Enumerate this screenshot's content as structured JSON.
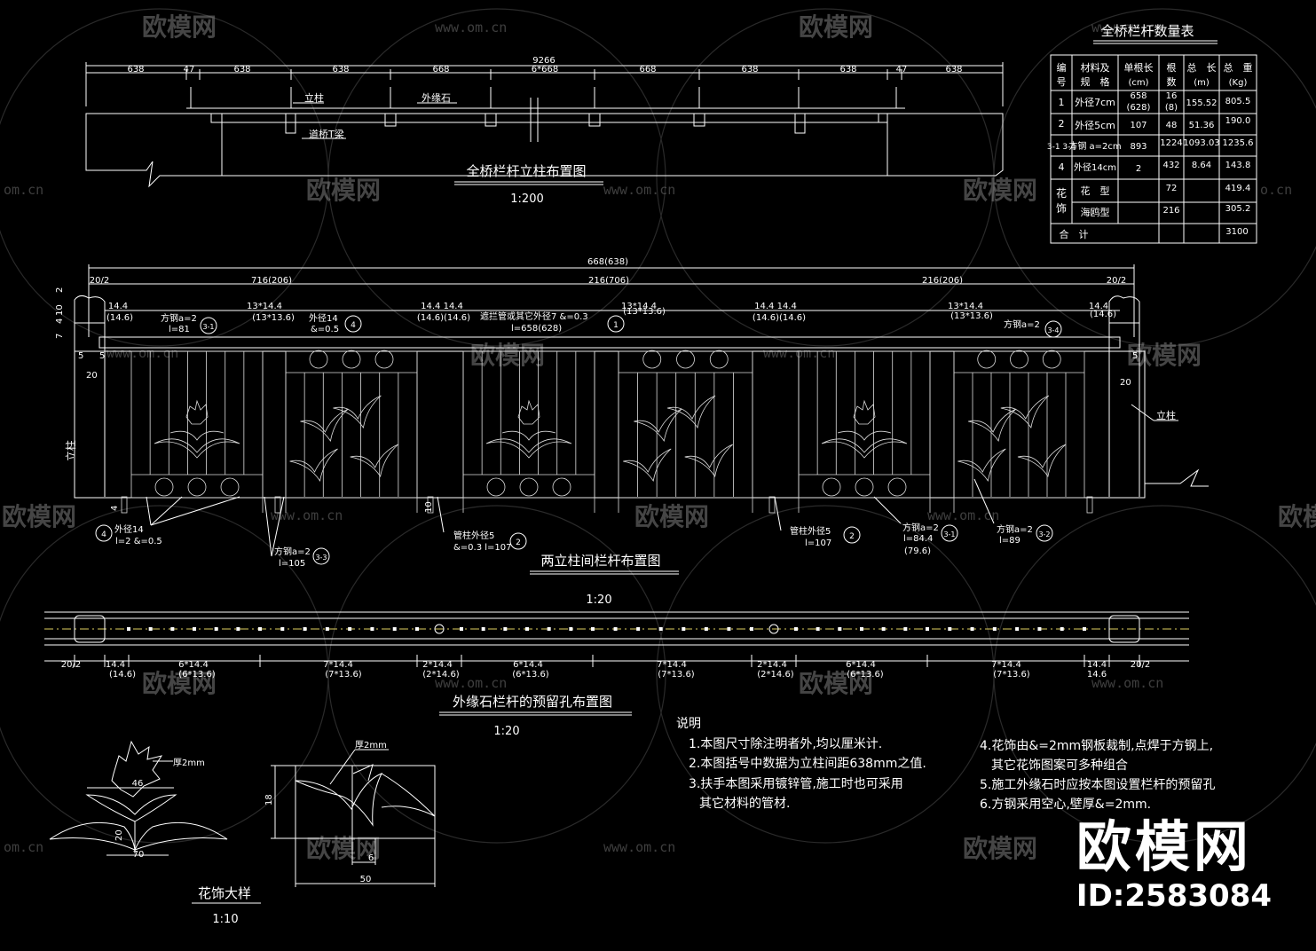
{
  "watermarks": {
    "brand": "欧模网",
    "site": "www.om.cn",
    "site_short": "om.cn",
    "frag_left": "o.cn",
    "frag_right": "欧模网"
  },
  "brand_corner": {
    "name": "欧模网",
    "id": "ID:2583084"
  },
  "table": {
    "title": "全桥栏杆数量表",
    "headers": {
      "no": [
        "编",
        "号"
      ],
      "mat": [
        "材料及",
        "规　格"
      ],
      "len": [
        "单根长",
        "(cm)"
      ],
      "cnt": [
        "根",
        "数"
      ],
      "tot": [
        "总　长",
        "(m)"
      ],
      "wt": [
        "总　重",
        "(Kg)"
      ]
    },
    "rows": [
      {
        "no": "1",
        "mat": "外径7cm",
        "len": [
          "658",
          "(628)"
        ],
        "cnt": [
          "16",
          "(8)"
        ],
        "tot": "155.52",
        "wt": "805.5"
      },
      {
        "no": "2",
        "mat": "外径5cm",
        "len": [
          "107"
        ],
        "cnt": [
          "48"
        ],
        "tot": "51.36",
        "wt": "190.0"
      },
      {
        "no": "3-1 3-4",
        "mat": "方钢 a=2cm",
        "len": [
          "893"
        ],
        "cnt": [
          "1224"
        ],
        "tot": "1093.03",
        "wt": "1235.6"
      },
      {
        "no": "4",
        "mat": "外径14cm",
        "len": [
          "2"
        ],
        "cnt": [
          "432"
        ],
        "tot": "8.64",
        "wt": "143.8"
      }
    ],
    "deco_label": [
      "花",
      "饰"
    ],
    "deco_rows": [
      {
        "mat": "花　型",
        "cnt": "72",
        "wt": "419.4"
      },
      {
        "mat": "海鸥型",
        "cnt": "216",
        "wt": "305.2"
      }
    ],
    "total_label": "合　计",
    "total_value": "3100"
  },
  "plan1": {
    "title": "全桥栏杆立柱布置图",
    "scale": "1:200",
    "total": "9266",
    "spans": [
      "638",
      "47",
      "638",
      "638",
      "668",
      "6*668",
      "668",
      "638",
      "638",
      "47",
      "638"
    ],
    "labels": {
      "post": "立柱",
      "curb": "外缘石",
      "beam": "道桥T梁"
    }
  },
  "plan2": {
    "title": "两立柱间栏杆布置图",
    "scale": "1:20",
    "total": "668(638)",
    "segments": [
      "20/2",
      "716(206)",
      "216(706)",
      "216(206)",
      "20/2"
    ],
    "dims_top": [
      "14.4",
      "(14.6)",
      "13*14.4",
      "(13*13.6)",
      "14.4 14.4",
      "(14.6)(14.6)",
      "13*14.4",
      "(13*13.6)",
      "14.4 14.4",
      "(14.6)(14.6)",
      "13*14.4",
      "(13*13.6)",
      "14.4",
      "(14.6)"
    ],
    "callouts": [
      {
        "text": "方钢a=2",
        "sub": "l=81",
        "tag": "3-1"
      },
      {
        "text": "外径14",
        "sub": "&=0.5",
        "tag": "4"
      },
      {
        "text": "遮拦管或其它外径7 &=0.3",
        "sub": "l=658(628)",
        "tag": "1"
      },
      {
        "text": "方钢a=2",
        "sub": "",
        "tag": "3-4"
      },
      {
        "text": "外径14",
        "sub": "l=2  &=0.5",
        "tag": "4"
      },
      {
        "text": "方钢a=2",
        "sub": "l=105",
        "tag": "3-3"
      },
      {
        "text": "管柱外径5",
        "sub": "&=0.3  l=107",
        "tag": "2"
      },
      {
        "text": "管柱外径5",
        "sub": "l=107",
        "tag": "2"
      },
      {
        "text": "方钢a=2",
        "sub": "l=84.4",
        "tag": "3-1"
      },
      {
        "text": "(79.6)",
        "sub": "",
        "tag": ""
      },
      {
        "text": "方钢a=2",
        "sub": "l=89",
        "tag": "3-2"
      }
    ],
    "side_dims": [
      "2",
      "10",
      "4",
      "7",
      "5",
      "5",
      "20",
      "20",
      "4",
      "10",
      "5"
    ],
    "post_label": "立柱"
  },
  "plan3": {
    "title": "外缘石栏杆的预留孔布置图",
    "scale": "1:20",
    "dims": [
      {
        "a": "20/2",
        "b": ""
      },
      {
        "a": "14.4",
        "b": "(14.6)"
      },
      {
        "a": "6*14.4",
        "b": "(6*13.6)"
      },
      {
        "a": "7*14.4",
        "b": "(7*13.6)"
      },
      {
        "a": "2*14.4",
        "b": "(2*14.6)"
      },
      {
        "a": "6*14.4",
        "b": "(6*13.6)"
      },
      {
        "a": "7*14.4",
        "b": "(7*13.6)"
      },
      {
        "a": "2*14.4",
        "b": "(2*14.6)"
      },
      {
        "a": "6*14.4",
        "b": "(6*13.6)"
      },
      {
        "a": "7*14.4",
        "b": "(7*13.6)"
      },
      {
        "a": "14.4",
        "b": "14.6"
      },
      {
        "a": "20/2",
        "b": ""
      }
    ]
  },
  "notes": {
    "heading": "说明",
    "items": [
      "1.本图尺寸除注明者外,均以厘米计.",
      "2.本图括号中数据为立柱间距638mm之值.",
      "3.扶手本图采用镀锌管,施工时也可采用",
      "其它材料的管材.",
      "4.花饰由&=2mm钢板裁制,点焊于方钢上,",
      "其它花饰图案可多种组合",
      "5.施工外缘石时应按本图设置栏杆的预留孔",
      "6.方钢采用空心,壁厚&=2mm."
    ]
  },
  "detail": {
    "title": "花饰大样",
    "scale": "1:10",
    "thick1": "厚2mm",
    "thick2": "厚2mm",
    "d46": "46",
    "d20": "20",
    "d70": "70",
    "d18": "18",
    "d6": "6",
    "d50": "50"
  }
}
